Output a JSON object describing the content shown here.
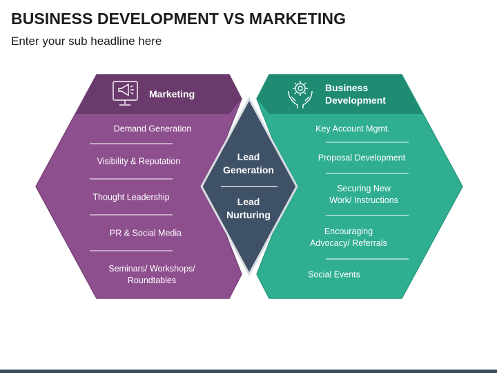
{
  "header": {
    "title": "BUSINESS DEVELOPMENT VS MARKETING",
    "subtitle": "Enter your sub headline here"
  },
  "marketing": {
    "heading": "Marketing",
    "icon": "megaphone-monitor-icon",
    "items": [
      "Demand Generation",
      "Visibility & Reputation",
      "Thought Leadership",
      "PR & Social Media",
      "Seminars/ Workshops/\nRoundtables"
    ]
  },
  "business_development": {
    "heading": "Business\nDevelopment",
    "icon": "gear-hands-icon",
    "items": [
      "Key Account Mgmt.",
      "Proposal Development",
      "Securing New\nWork/ Instructions",
      "Encouraging\nAdvocacy/ Referrals",
      "Social Events"
    ]
  },
  "center": {
    "top": "Lead\nGeneration",
    "bottom": "Lead\nNurturing"
  },
  "colors": {
    "marketing_body": "#8e4f8e",
    "marketing_head": "#6b3a6c",
    "bizdev_body": "#2fae91",
    "bizdev_head": "#1f8b73",
    "center": "#3f5167"
  }
}
